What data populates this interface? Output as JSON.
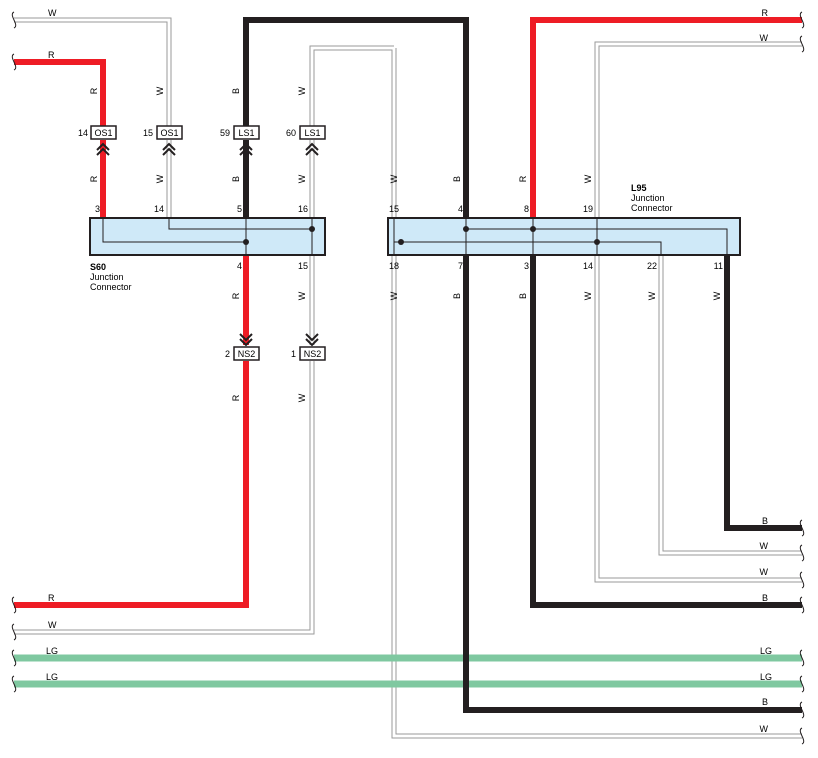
{
  "colors": {
    "red": "#ee1c25",
    "black": "#231f20",
    "green": "#7fc8a0",
    "white_wire_fill": "#ffffff",
    "white_wire_outline": "#9a9a9a",
    "connector_fill": "#cfe9f8"
  },
  "connectors": {
    "s60": {
      "name": "S60",
      "type_line1": "Junction",
      "type_line2": "Connector"
    },
    "l95": {
      "name": "L95",
      "type_line1": "Junction",
      "type_line2": "Connector"
    }
  },
  "inline_connectors": [
    {
      "code": "OS1",
      "pin": "14"
    },
    {
      "code": "OS1",
      "pin": "15"
    },
    {
      "code": "LS1",
      "pin": "59"
    },
    {
      "code": "LS1",
      "pin": "60"
    },
    {
      "code": "NS2",
      "pin": "2"
    },
    {
      "code": "NS2",
      "pin": "1"
    }
  ],
  "s60_pins": {
    "top": [
      "3",
      "14",
      "5",
      "16"
    ],
    "bottom": [
      "4",
      "15"
    ]
  },
  "l95_pins": {
    "top": [
      "15",
      "4",
      "8",
      "19"
    ],
    "bottom": [
      "18",
      "7",
      "3",
      "14",
      "22",
      "11"
    ]
  },
  "wire_colors": {
    "left_edge": [
      "W",
      "R",
      "R",
      "W",
      "LG",
      "LG"
    ],
    "right_edge": [
      "R",
      "W",
      "B",
      "W",
      "W",
      "B",
      "LG",
      "LG",
      "B",
      "W"
    ],
    "vertical": [
      "R",
      "W",
      "B",
      "W",
      "R",
      "W",
      "B",
      "W",
      "R",
      "W",
      "R",
      "W",
      "W",
      "B",
      "B",
      "W",
      "W",
      "B",
      "W",
      "W",
      "R",
      "W"
    ]
  }
}
